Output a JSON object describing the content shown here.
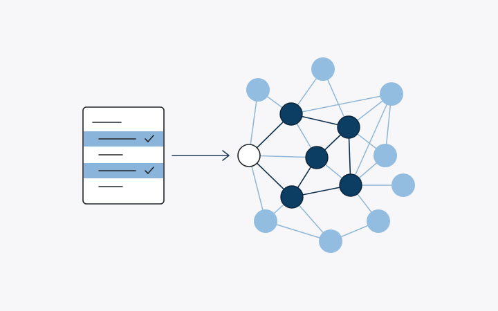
{
  "colors": {
    "background": "#f7f7f9",
    "outline": "#1f2328",
    "highlight_row": "#8ab4d9",
    "arrow": "#1e3a5a",
    "edge": "#8fb6d6",
    "edge_dark": "#0b2f4d",
    "node_light": "#93bde0",
    "node_dark": "#0c3d63",
    "node_origin_fill": "#ffffff"
  },
  "checklist": {
    "rows": [
      {
        "checked": false,
        "highlighted": false
      },
      {
        "checked": true,
        "highlighted": true
      },
      {
        "checked": false,
        "highlighted": false
      },
      {
        "checked": true,
        "highlighted": true
      },
      {
        "checked": false,
        "highlighted": false
      }
    ],
    "check_icon": "checkmark-icon"
  },
  "arrow": {
    "icon": "arrow-right-icon"
  },
  "graph": {
    "nodes": [
      {
        "id": "origin",
        "kind": "origin"
      },
      {
        "id": "d1",
        "kind": "dark"
      },
      {
        "id": "d2",
        "kind": "dark"
      },
      {
        "id": "d3",
        "kind": "dark"
      },
      {
        "id": "d4",
        "kind": "dark"
      },
      {
        "id": "d5",
        "kind": "dark"
      },
      {
        "id": "l1",
        "kind": "light"
      },
      {
        "id": "l2",
        "kind": "light"
      },
      {
        "id": "l3",
        "kind": "light"
      },
      {
        "id": "l4",
        "kind": "light"
      },
      {
        "id": "l5",
        "kind": "light"
      },
      {
        "id": "l6",
        "kind": "light"
      },
      {
        "id": "l7",
        "kind": "light"
      },
      {
        "id": "l8",
        "kind": "light"
      },
      {
        "id": "l9",
        "kind": "light"
      }
    ],
    "edges": [
      [
        "origin",
        "d1",
        "dark"
      ],
      [
        "origin",
        "d4",
        "dark"
      ],
      [
        "origin",
        "l1",
        "light"
      ],
      [
        "origin",
        "l7",
        "light"
      ],
      [
        "origin",
        "d3",
        "light"
      ],
      [
        "d1",
        "d2",
        "dark"
      ],
      [
        "d1",
        "l1",
        "light"
      ],
      [
        "d1",
        "l2",
        "light"
      ],
      [
        "d1",
        "l3",
        "light"
      ],
      [
        "d1",
        "d3",
        "light"
      ],
      [
        "d2",
        "d3",
        "dark"
      ],
      [
        "d2",
        "d5",
        "dark"
      ],
      [
        "d2",
        "l2",
        "light"
      ],
      [
        "d2",
        "l3",
        "light"
      ],
      [
        "d2",
        "l4",
        "light"
      ],
      [
        "d3",
        "d4",
        "dark"
      ],
      [
        "d3",
        "d5",
        "light"
      ],
      [
        "d4",
        "d5",
        "dark"
      ],
      [
        "d4",
        "l7",
        "light"
      ],
      [
        "d4",
        "l8",
        "light"
      ],
      [
        "d5",
        "l3",
        "light"
      ],
      [
        "d5",
        "l5",
        "light"
      ],
      [
        "d5",
        "l6",
        "light"
      ],
      [
        "d5",
        "l9",
        "light"
      ],
      [
        "l3",
        "l4",
        "light"
      ],
      [
        "l7",
        "l8",
        "light"
      ],
      [
        "l8",
        "l9",
        "light"
      ]
    ]
  }
}
